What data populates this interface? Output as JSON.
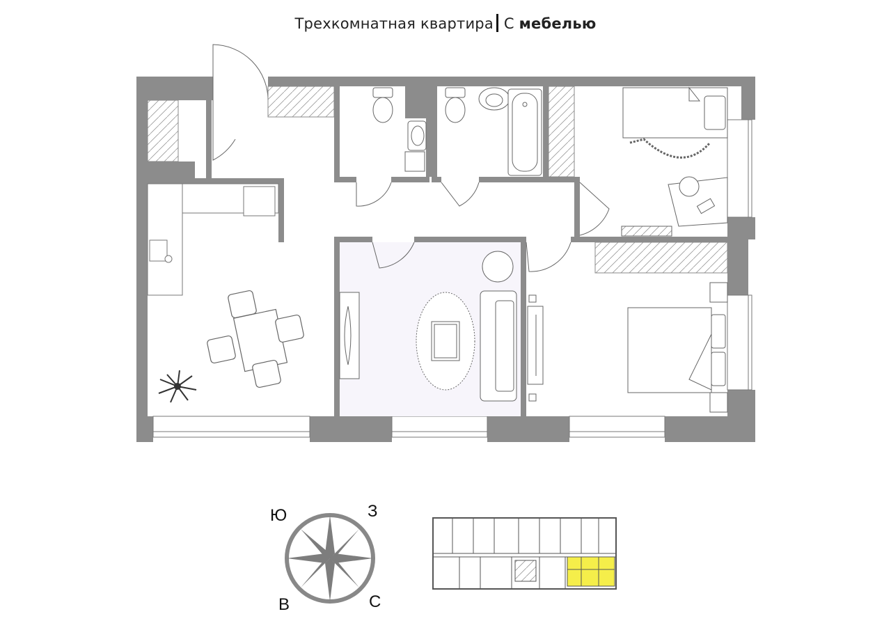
{
  "title": {
    "main": "Трехкомнатная квартира",
    "emphasis_prefix": "С",
    "emphasis_bold": "мебелью"
  },
  "compass": {
    "top_left": "Ю",
    "top_right": "З",
    "bottom_left": "В",
    "bottom_right": "С"
  },
  "colors": {
    "wall": "#8c8c8c",
    "line": "#555555",
    "highlight": "#f5ee4a",
    "living_room_fill": "#f7f5fb"
  },
  "icons": [
    "compass-rose-icon",
    "plant-icon",
    "bathtub-icon",
    "toilet-icon",
    "sink-icon",
    "bed-icon",
    "sofa-icon",
    "dining-table-icon",
    "desk-icon"
  ]
}
